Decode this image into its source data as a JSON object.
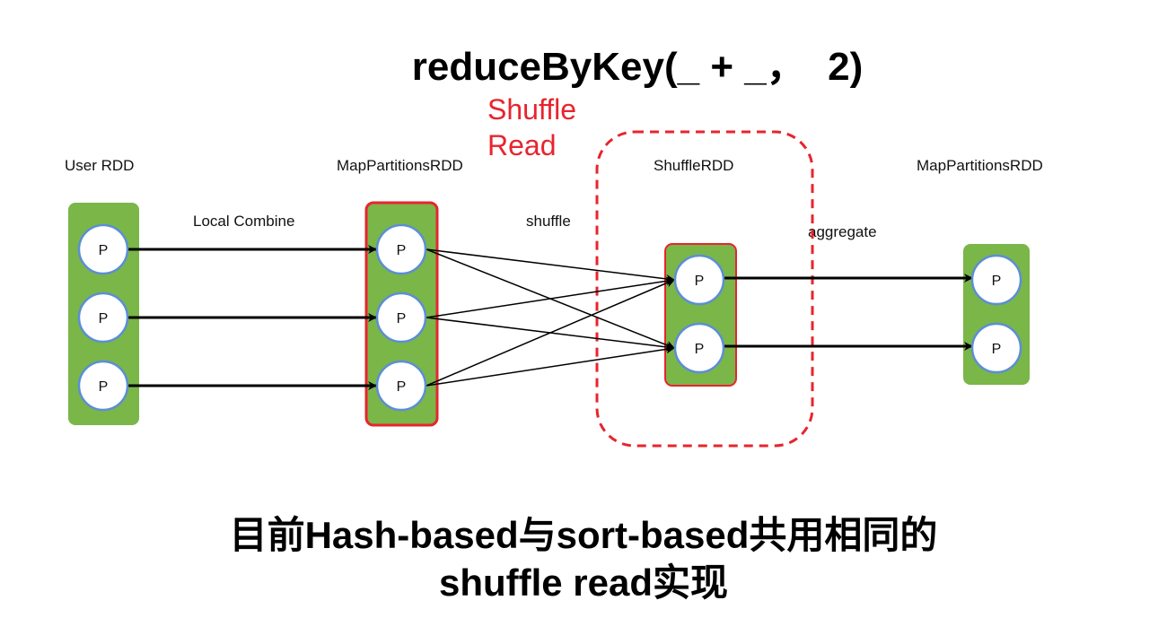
{
  "title": "reduceByKey(_ + _，  2)",
  "shuffle_read_label": [
    "Shuffle",
    "Read"
  ],
  "rdd_labels": {
    "user_rdd": "User RDD",
    "map_partitions_rdd_1": "MapPartitionsRDD",
    "shuffle_rdd": "ShuffleRDD",
    "map_partitions_rdd_2": "MapPartitionsRDD"
  },
  "edge_labels": {
    "local_combine": "Local Combine",
    "shuffle": "shuffle",
    "aggregate": "aggregate"
  },
  "partition_label": "P",
  "colors": {
    "rdd_fill": "#7ab648",
    "partition_fill": "#ffffff",
    "partition_border": "#5b8ed6",
    "highlight": "#e8242e",
    "arrow": "#000000"
  },
  "footer": {
    "line1": "目前Hash-based与sort-based共用相同的",
    "line2": "shuffle read实现"
  }
}
